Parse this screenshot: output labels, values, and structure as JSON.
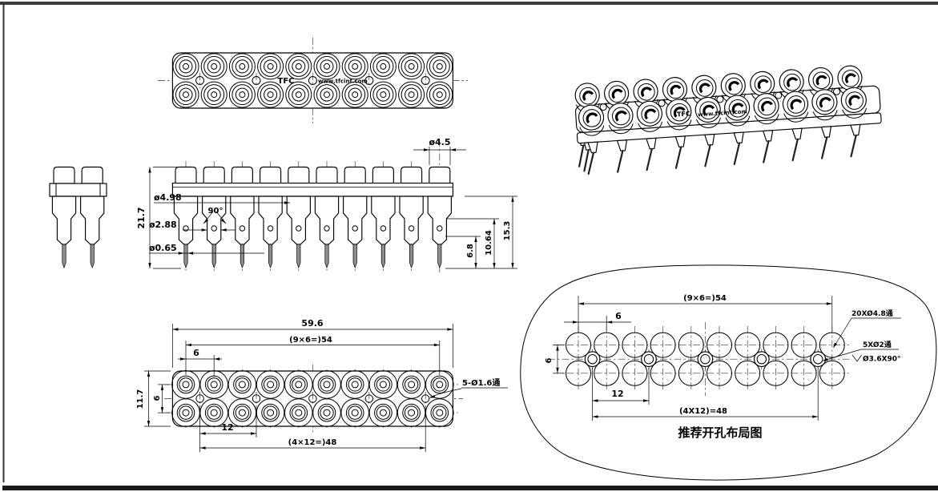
{
  "drawing": {
    "watermark": {
      "logo": "TFC",
      "site": "www.tfcint.com"
    },
    "front_view": {
      "dia_cap": "ø4.5",
      "total_height": "21.7",
      "dia_body": "ø4.98",
      "chamfer_angle": "90°",
      "dia_contact": "ø2.88",
      "dia_pin": "ø0.65",
      "len_below_body": "15.3",
      "len_contact": "10.64",
      "len_pin_tail": "6.8"
    },
    "bottom_view": {
      "overall_width": "59.6",
      "pin_span": "(9×6=)54",
      "pin_pitch": "6",
      "overall_depth": "11.7",
      "row_pitch": "6",
      "hole_pitch": "12",
      "hole_span": "(4×12=)48",
      "thru_holes": "5-Ø1.6通"
    },
    "layout_view": {
      "title": "推荐开孔布局图",
      "pin_span": "(9×6=)54",
      "pin_pitch": "6",
      "row_pitch": "6",
      "hole_pitch": "12",
      "hole_span": "(4X12)=48",
      "big_holes": "20XØ4.8通",
      "small_holes": "5XØ2通",
      "countersink": "Ø3.6X90°"
    }
  }
}
